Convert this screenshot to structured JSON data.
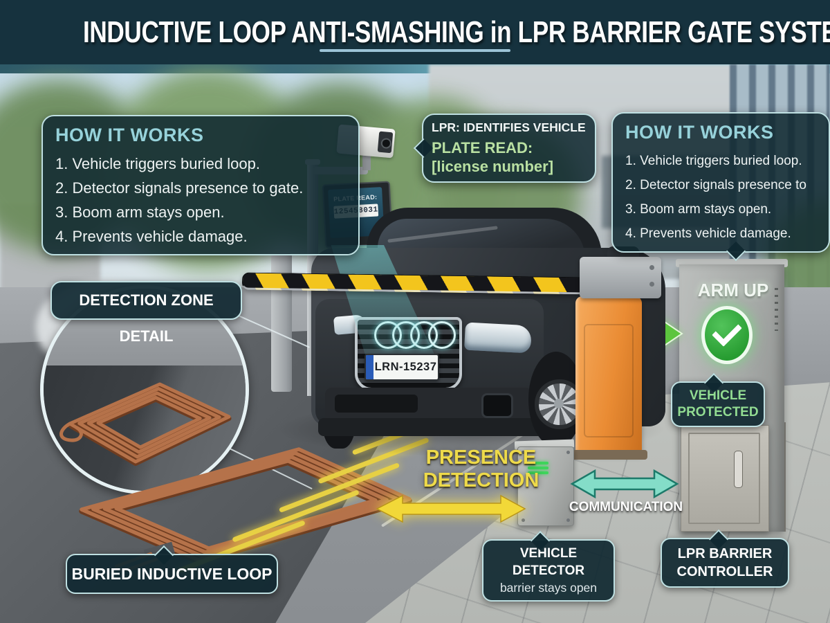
{
  "title": "INDUCTIVE LOOP ANTI-SMASHING in LPR BARRIER GATE SYSTEMS",
  "panels": {
    "left": {
      "heading": "HOW IT WORKS",
      "steps": [
        "1. Vehicle triggers buried loop.",
        "2. Detector signals presence to gate.",
        "3. Boom arm stays open.",
        "4. Prevents vehicle damage."
      ]
    },
    "right": {
      "heading": "HOW IT WORKS",
      "steps": [
        "1. Vehicle triggers buried loop.",
        "2. Detector signals presence to",
        "3. Boom arm stays open.",
        "4. Prevents vehicle damage."
      ]
    }
  },
  "lpr_callout": {
    "heading": "LPR: IDENTIFIES VEHICLE",
    "plate_read_label": "PLATE READ:",
    "plate_read_value": "[license number]"
  },
  "camera_display": {
    "label": "PLATE READ:",
    "value": "125458031"
  },
  "car": {
    "license_plate": "LRN-15237"
  },
  "labels": {
    "detection_zone": "DETECTION ZONE DETAIL",
    "buried_loop": "BURIED INDUCTIVE LOOP",
    "presence_line1": "PRESENCE",
    "presence_line2": "DETECTION",
    "communication": "COMMUNICATION",
    "arm_up": "ARM UP",
    "vehicle_protected_line1": "VEHICLE",
    "vehicle_protected_line2": "PROTECTED",
    "vehicle_detector_title": "VEHICLE DETECTOR",
    "vehicle_detector_subtitle": "barrier stays open",
    "lpr_controller_line1": "LPR BARRIER",
    "lpr_controller_line2": "CONTROLLER"
  },
  "colors": {
    "banner_bg": "#16323e",
    "panel_border": "#bfe0e2",
    "heading_cyan": "#97d2da",
    "callout_green": "#b9e0a2",
    "alert_yellow": "#eeda4a",
    "arrow_yellow": "#f2d838",
    "arrow_teal": "#84ddc8",
    "arrow_green": "#5cc53e",
    "check_green": "#2fae3c",
    "protected_green": "#92dc92",
    "barrier_yellow": "#f3c51d",
    "post_orange": "#ea8c34",
    "copper": "#b5724a"
  }
}
